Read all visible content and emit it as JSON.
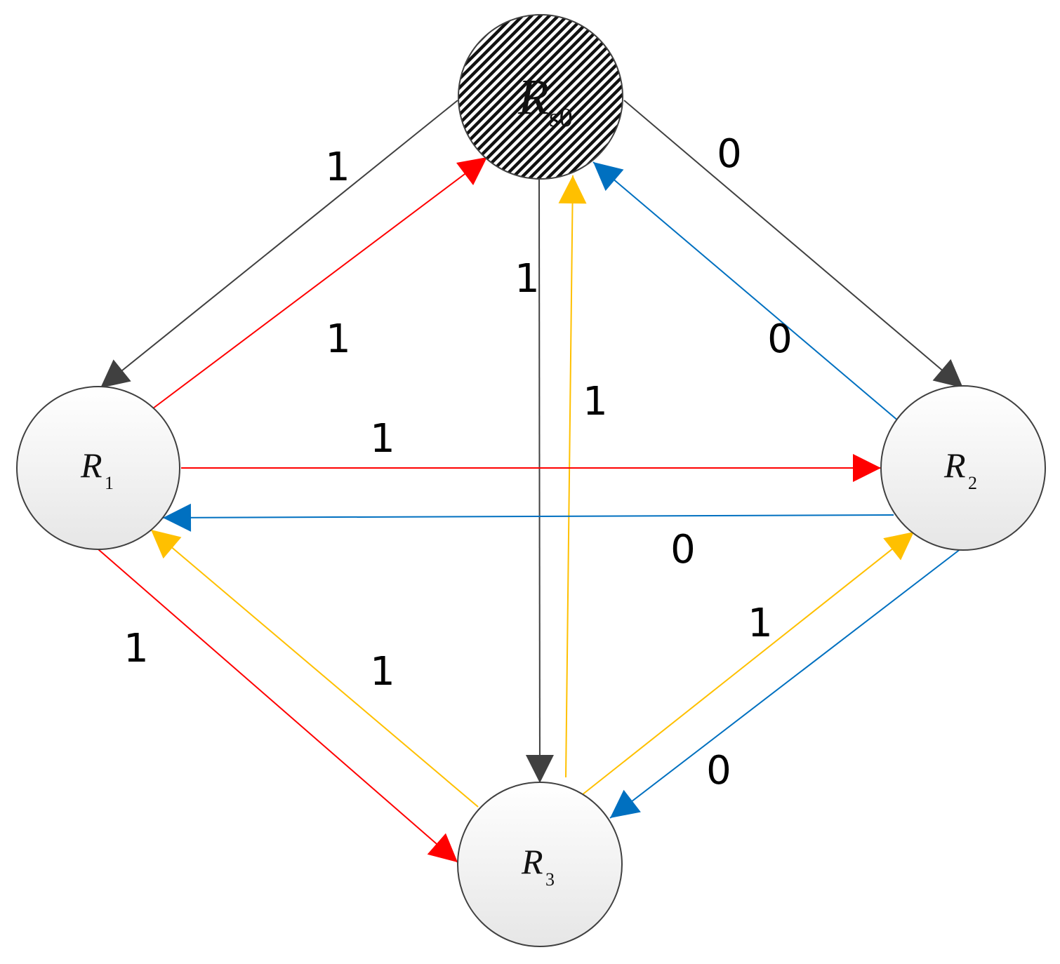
{
  "colors": {
    "black": "#404040",
    "red": "#ff0000",
    "blue": "#0070c0",
    "yellow": "#ffc000",
    "node_fill_top": "#ffffff",
    "node_fill_bottom": "#e6e6e6"
  },
  "nodes": {
    "rs0": {
      "main": "R",
      "sub": "s0",
      "pattern": "hatched"
    },
    "r1": {
      "main": "R",
      "sub": "1"
    },
    "r2": {
      "main": "R",
      "sub": "2"
    },
    "r3": {
      "main": "R",
      "sub": "3"
    }
  },
  "edges": [
    {
      "id": "rs0-r1",
      "from": "Rs0",
      "to": "R1",
      "color": "black",
      "label": "1"
    },
    {
      "id": "r1-rs0",
      "from": "R1",
      "to": "Rs0",
      "color": "red",
      "label": "1"
    },
    {
      "id": "rs0-r2",
      "from": "Rs0",
      "to": "R2",
      "color": "black",
      "label": "0"
    },
    {
      "id": "r2-rs0",
      "from": "R2",
      "to": "Rs0",
      "color": "blue",
      "label": "0"
    },
    {
      "id": "rs0-r3",
      "from": "Rs0",
      "to": "R3",
      "color": "black",
      "label": "1"
    },
    {
      "id": "r3-rs0",
      "from": "R3",
      "to": "Rs0",
      "color": "yellow",
      "label": "1"
    },
    {
      "id": "r1-r2",
      "from": "R1",
      "to": "R2",
      "color": "red",
      "label": "1"
    },
    {
      "id": "r2-r1",
      "from": "R2",
      "to": "R1",
      "color": "blue",
      "label": "0"
    },
    {
      "id": "r1-r3",
      "from": "R1",
      "to": "R3",
      "color": "red",
      "label": "1"
    },
    {
      "id": "r3-r1",
      "from": "R3",
      "to": "R1",
      "color": "yellow",
      "label": "1"
    },
    {
      "id": "r3-r2",
      "from": "R3",
      "to": "R2",
      "color": "yellow",
      "label": "1"
    },
    {
      "id": "r2-r3",
      "from": "R2",
      "to": "R3",
      "color": "blue",
      "label": "0"
    }
  ]
}
